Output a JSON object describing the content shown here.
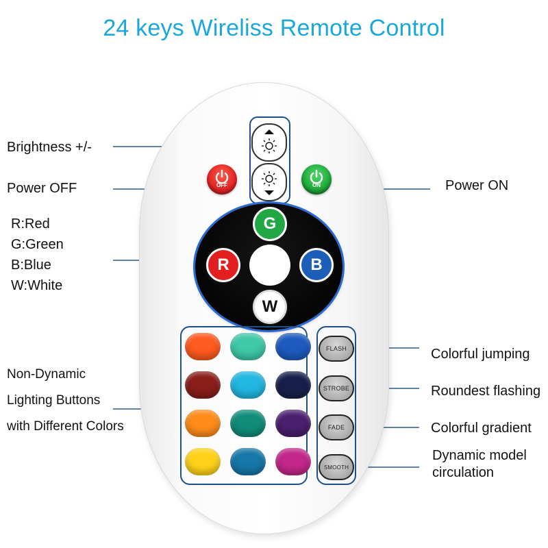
{
  "title": "24 keys Wireliss Remote Control",
  "labels": {
    "brightness": "Brightness +/-",
    "power_off": "Power OFF",
    "power_on": "Power ON",
    "rgb_lines": [
      "R:Red",
      "G:Green",
      "B:Blue",
      "W:White"
    ],
    "static_lines": [
      "Non-Dynamic",
      "Lighting Buttons",
      "with Different Colors"
    ],
    "colorful_jumping": "Colorful jumping",
    "roundest_flashing": "Roundest flashing",
    "colorful_gradient": "Colorful gradient",
    "dynamic_lines": [
      "Dynamic model",
      "circulation"
    ]
  },
  "buttons": {
    "power_off": "OFF",
    "power_on": "ON",
    "green": "G",
    "red": "R",
    "blue": "B",
    "white": "W",
    "modes": [
      "FLASH",
      "STROBE",
      "FADE",
      "SMOOTH"
    ]
  },
  "colors": {
    "title": "#1aa8dc",
    "frame": "#1e4f86",
    "power_off": "#e02424",
    "power_on": "#1fa83a",
    "red": "#e32020",
    "green": "#21a844",
    "blue": "#1d5fb8",
    "swatches": [
      [
        "#ff5a1f",
        "#3fc9a6",
        "#1d5bbf"
      ],
      [
        "#8a1e1a",
        "#22b7e0",
        "#17204a"
      ],
      [
        "#ff8c1a",
        "#118c7a",
        "#4a1f6e"
      ],
      [
        "#ffd219",
        "#1677a8",
        "#c4278a"
      ]
    ]
  }
}
